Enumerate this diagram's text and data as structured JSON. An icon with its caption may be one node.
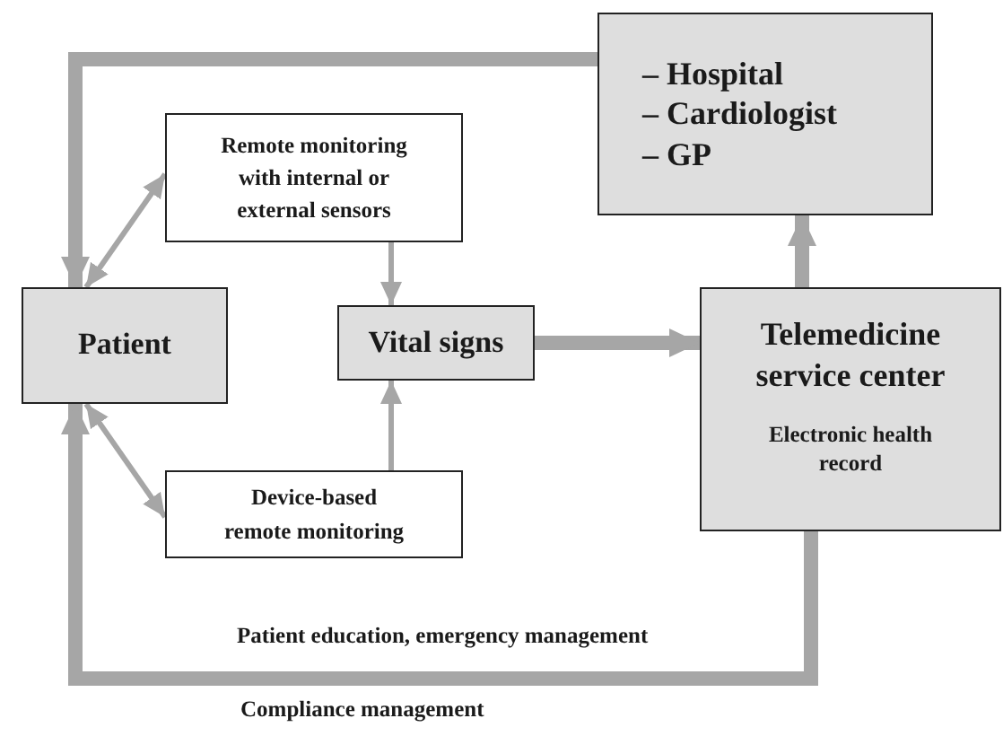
{
  "diagram": {
    "nodes": [
      {
        "text": [
          "– Hospital",
          "– Cardiologist",
          "– GP"
        ]
      },
      {
        "text": [
          "Remote monitoring with internal or external sensors"
        ]
      },
      {
        "text": [
          "Patient"
        ]
      },
      {
        "text": [
          "Vital signs"
        ]
      },
      {
        "text": [
          "Telemedicine service center",
          "Electronic health record"
        ]
      },
      {
        "text": [
          "Device-based remote monitoring"
        ]
      }
    ],
    "edges": [
      {
        "from": 0,
        "to": 2,
        "arrow": "to",
        "style": "thick"
      },
      {
        "from": 2,
        "to": 1,
        "arrow": "both"
      },
      {
        "from": 1,
        "to": 3,
        "arrow": "to"
      },
      {
        "from": 2,
        "to": 5,
        "arrow": "both"
      },
      {
        "from": 5,
        "to": 3,
        "arrow": "to"
      },
      {
        "from": 3,
        "to": 4,
        "arrow": "to",
        "style": "thick"
      },
      {
        "from": 4,
        "to": 0,
        "arrow": "to",
        "style": "thick"
      },
      {
        "from": 4,
        "to": 2,
        "arrow": "to",
        "style": "thick",
        "label": "Patient education, emergency management"
      }
    ],
    "labels": [
      "Compliance management"
    ]
  }
}
